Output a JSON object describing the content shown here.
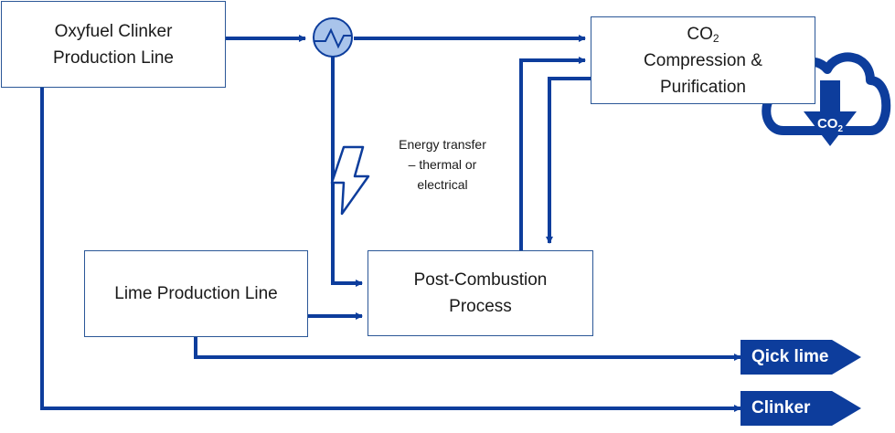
{
  "colors": {
    "line": "#0d3d9c",
    "box_border": "#2b5797",
    "exchanger_fill": "#a9c4eb",
    "tag_fill": "#0d3d9c"
  },
  "boxes": {
    "oxyfuel": {
      "line1": "Oxyfuel Clinker",
      "line2": "Production Line"
    },
    "co2": {
      "co": "CO",
      "co_sub": "2",
      "line2": "Compression &",
      "line3": "Purification"
    },
    "lime": {
      "label": "Lime Production Line"
    },
    "postcomb": {
      "line1": "Post-Combustion",
      "line2": "Process"
    }
  },
  "energy_note": {
    "line1": "Energy transfer",
    "line2": "– thermal or",
    "line3": "electrical"
  },
  "cloud": {
    "co": "CO",
    "sub": "2"
  },
  "outputs": {
    "quicklime": "Qick lime",
    "clinker": "Clinker"
  },
  "icons": [
    "heat-exchanger-icon",
    "lightning-icon",
    "cloud-storage-icon"
  ]
}
